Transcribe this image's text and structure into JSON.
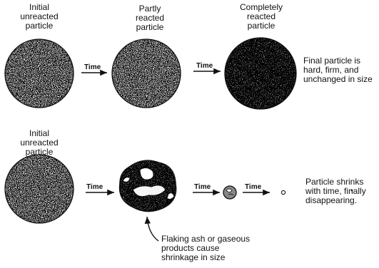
{
  "top_row": {
    "label_initial": [
      "Initial",
      "unreacted",
      "particle"
    ],
    "label_partly": [
      "Partly",
      "reacted",
      "particle"
    ],
    "label_complete": [
      "Completely",
      "reacted",
      "particle"
    ],
    "arrow_1": "Time",
    "arrow_2": "Time",
    "note": [
      "Final particle is",
      "hard, firm, and",
      "unchanged in size"
    ]
  },
  "bottom_row": {
    "label_initial": [
      "Initial",
      "unreacted",
      "particle"
    ],
    "arrow_1": "Time",
    "arrow_2": "Time",
    "arrow_3": "Time",
    "note": [
      "Particle shrinks",
      "with time, finally",
      "disappearing."
    ],
    "callout": [
      "Flaking ash or gaseous",
      "products cause",
      "shrinkage in size"
    ]
  }
}
